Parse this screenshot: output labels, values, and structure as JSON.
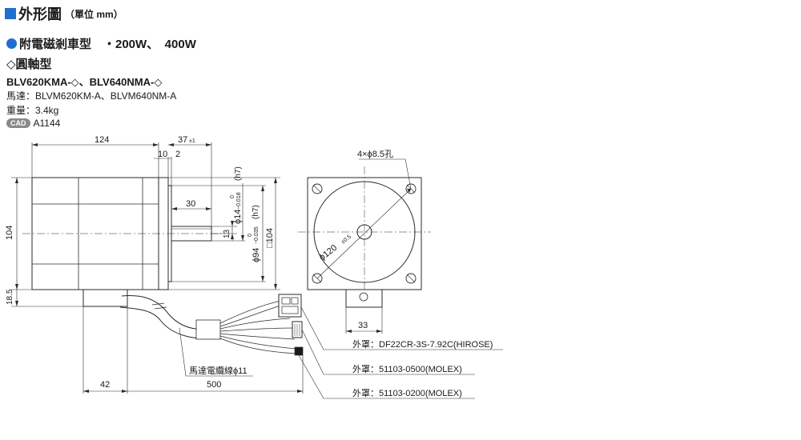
{
  "header": {
    "title": "外形圖",
    "unit": "（單位 mm）"
  },
  "subtitle": {
    "brake": "附電磁剎車型　・200W、　400W",
    "shaft": "◇圓軸型"
  },
  "model": "BLV620KMA-◇、BLV640NMA-◇",
  "motor": "馬達：BLVM620KM-A、BLVM640NM-A",
  "mass": "重量：3.4kg",
  "cad": {
    "badge": "CAD",
    "code": "A1144"
  },
  "dims": {
    "d124": "124",
    "d37": "37",
    "d37tol": "±1",
    "d10": "10",
    "d2": "2",
    "d30": "30",
    "d13": "13",
    "d104": "104",
    "d104sq": "□104",
    "d185": "18.5",
    "d42": "42",
    "d500": "500",
    "d33": "33",
    "shaft_dia": "ϕ14",
    "shaft_tol_hi": "0",
    "shaft_tol_lo": "−0.018",
    "shaft_fit": "(h7)",
    "pilot_dia": "ϕ94",
    "pilot_tol_hi": "0",
    "pilot_tol_lo": "−0.035",
    "pilot_fit": "(h7)",
    "holes": "4×ϕ8.5孔",
    "pcd": "ϕ120",
    "pcd_tol": "±0.5"
  },
  "callouts": {
    "c1": "外罩：DF22CR-3S-7.92C(HIROSE)",
    "c2": "外罩：51103-0500(MOLEX)",
    "c3": "外罩：51103-0200(MOLEX)",
    "cable": "馬達電纜線ϕ11"
  }
}
